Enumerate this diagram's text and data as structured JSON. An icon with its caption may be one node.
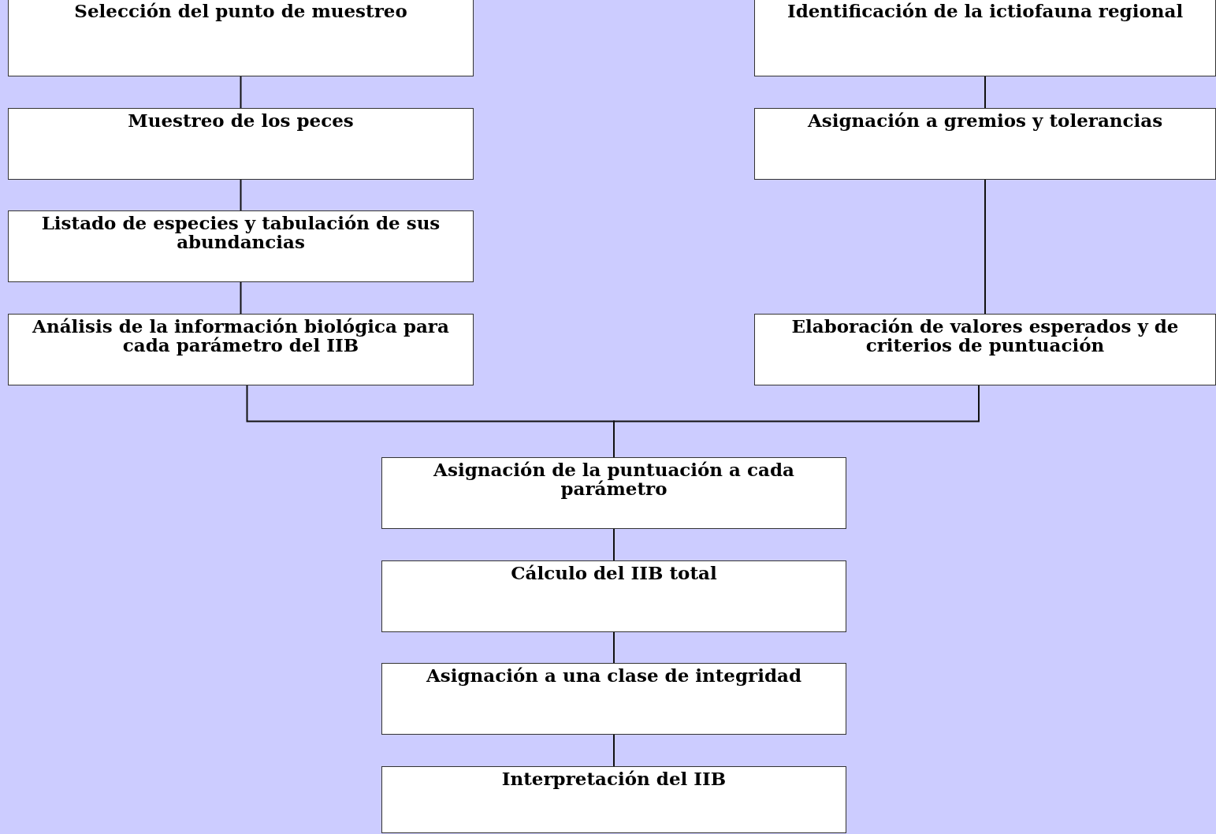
{
  "diagram": {
    "nodes": [
      {
        "text": [
          "Selección del punto de muestreo"
        ]
      },
      {
        "text": [
          "Muestreo de los peces"
        ]
      },
      {
        "text": [
          "Listado de especies y tabulación de sus abundancias"
        ]
      },
      {
        "text": [
          "Análisis de la información biológica para cada parámetro del IIB"
        ]
      },
      {
        "text": [
          "Identificación de la ictiofauna regional"
        ]
      },
      {
        "text": [
          "Asignación a gremios y tolerancias"
        ]
      },
      {
        "text": [
          "Elaboración de valores esperados y de criterios de puntuación"
        ]
      },
      {
        "text": [
          "Asignación de la puntuación a cada parámetro"
        ]
      },
      {
        "text": [
          "Cálculo del IIB total"
        ]
      },
      {
        "text": [
          "Asignación a una clase de integridad"
        ]
      },
      {
        "text": [
          "Interpretación del IIB"
        ]
      }
    ],
    "edges": [
      {
        "from": 0,
        "to": 1,
        "arrow": "none"
      },
      {
        "from": 1,
        "to": 2,
        "arrow": "none"
      },
      {
        "from": 2,
        "to": 3,
        "arrow": "none"
      },
      {
        "from": 4,
        "to": 5,
        "arrow": "none"
      },
      {
        "from": 5,
        "to": 6,
        "arrow": "none"
      },
      {
        "from": 3,
        "to": 7,
        "arrow": "none"
      },
      {
        "from": 6,
        "to": 7,
        "arrow": "none"
      },
      {
        "from": 7,
        "to": 8,
        "arrow": "none"
      },
      {
        "from": 8,
        "to": 9,
        "arrow": "none"
      },
      {
        "from": 9,
        "to": 10,
        "arrow": "none"
      }
    ]
  }
}
